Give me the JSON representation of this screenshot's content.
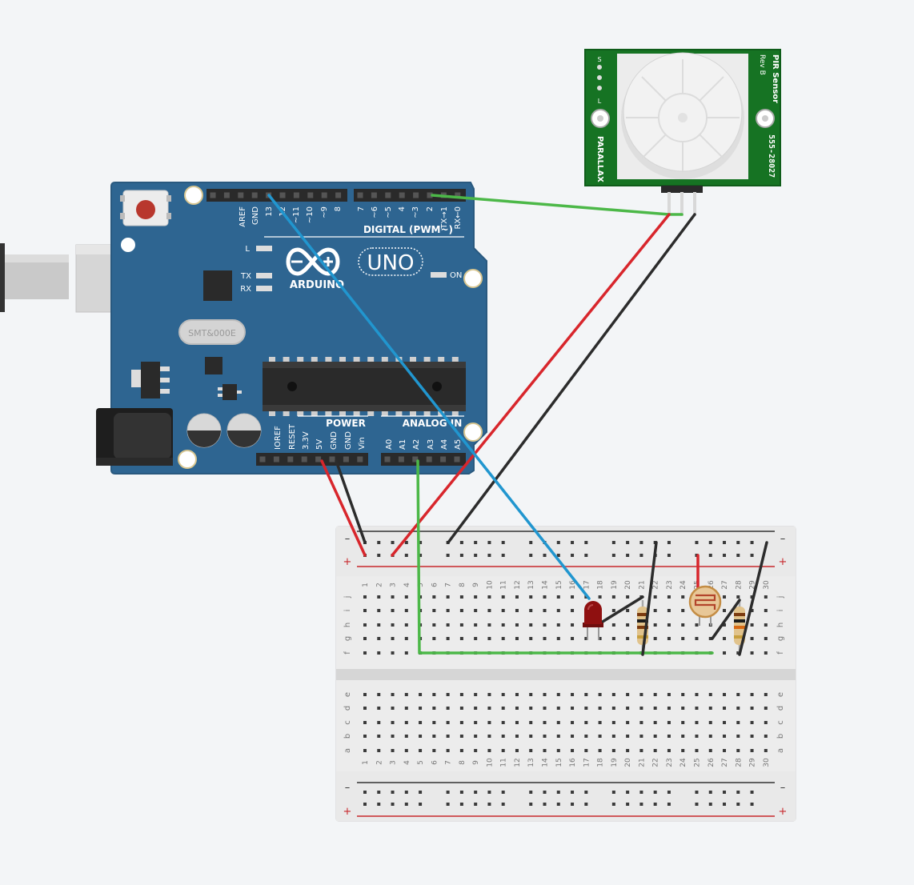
{
  "arduino": {
    "brand": "ARDUINO",
    "model": "UNO",
    "digital_label": "DIGITAL (PWM~)",
    "power_label": "POWER",
    "analog_label": "ANALOG IN",
    "on_label": "ON",
    "led_l": "L",
    "led_tx": "TX",
    "led_rx": "RX",
    "crystal": "SMT&000E",
    "digital_pins": [
      "AREF",
      "GND",
      "13",
      "12",
      "~11",
      "~10",
      "~9",
      "8",
      "7",
      "~6",
      "~5",
      "4",
      "~3",
      "2",
      "TX→1",
      "RX←0"
    ],
    "power_pins": [
      "IOREF",
      "RESET",
      "3.3V",
      "5V",
      "GND",
      "GND",
      "Vin"
    ],
    "analog_pins": [
      "A0",
      "A1",
      "A2",
      "A3",
      "A4",
      "A5"
    ]
  },
  "pir": {
    "title": "PIR Sensor",
    "rev": "Rev B",
    "brand": "PARALLAX",
    "part": "555-28027",
    "pins": [
      "S",
      "-",
      "-",
      "-",
      "L"
    ]
  },
  "breadboard": {
    "columns": [
      "1",
      "2",
      "3",
      "4",
      "5",
      "6",
      "7",
      "8",
      "9",
      "10",
      "11",
      "12",
      "13",
      "14",
      "15",
      "16",
      "17",
      "18",
      "19",
      "20",
      "21",
      "22",
      "23",
      "24",
      "25",
      "26",
      "27",
      "28",
      "29",
      "30"
    ],
    "top_rows": [
      "j",
      "i",
      "h",
      "g",
      "f"
    ],
    "bottom_rows": [
      "e",
      "d",
      "c",
      "b",
      "a"
    ],
    "minus": "–",
    "plus": "+"
  },
  "colors": {
    "board": "#2e6591",
    "pcb_green": "#167323",
    "wire_red": "#d8262c",
    "wire_black": "#2c2c2c",
    "wire_green": "#4cb848",
    "wire_blue": "#2196cf",
    "led": "#8f1010"
  }
}
